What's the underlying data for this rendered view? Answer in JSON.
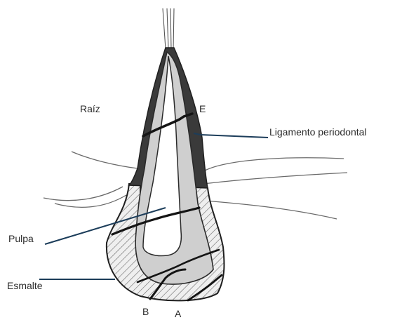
{
  "labels": {
    "raiz": "Raíz",
    "e": "E",
    "ligamento": "Ligamento periodontal",
    "pulpa": "Pulpa",
    "esmalte": "Esmalte",
    "b": "B",
    "a": "A"
  },
  "colors": {
    "pencil": "#1f1f1f",
    "root_shading": "#3a3a3a",
    "pulp_fill": "#cfcfcf",
    "leader_line": "#1c3d5a",
    "gum_line": "#6a6a6a"
  }
}
